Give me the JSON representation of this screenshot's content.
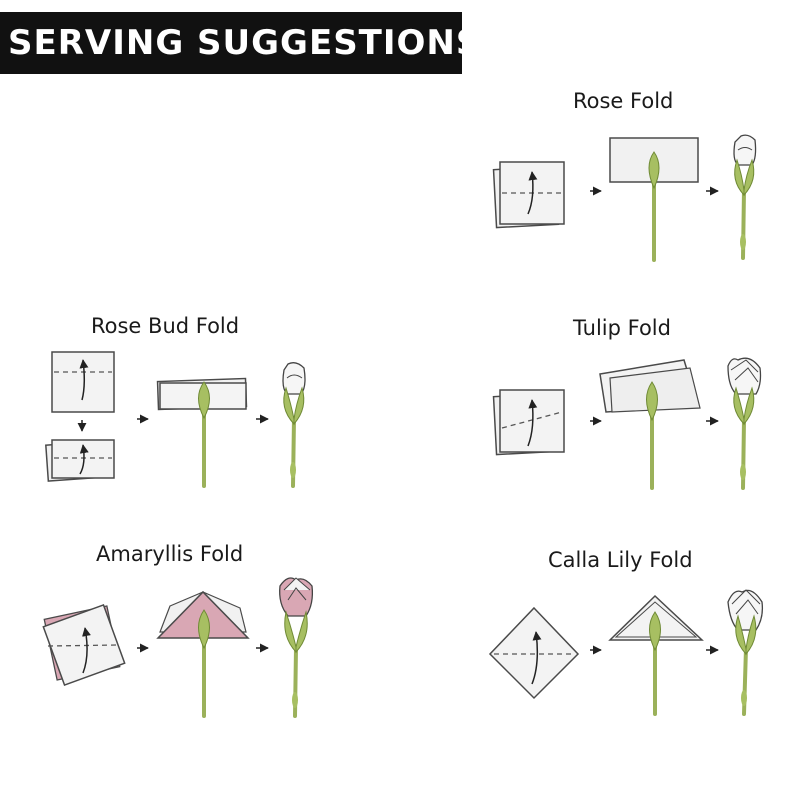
{
  "banner": {
    "title": "SERVING SUGGESTIONS"
  },
  "folds": {
    "rose": {
      "title": "Rose Fold"
    },
    "rose_bud": {
      "title": "Rose Bud Fold"
    },
    "tulip": {
      "title": "Tulip Fold"
    },
    "amaryllis": {
      "title": "Amaryllis Fold"
    },
    "calla_lily": {
      "title": "Calla Lily Fold"
    }
  },
  "colors": {
    "stem_green": "#9bb15a",
    "leaf_green": "#a7bf62",
    "stem_stroke": "#6f8a35",
    "napkin_fill": "#f1f1f1",
    "napkin_stroke": "#4a4a4a",
    "amaryllis_pink": "#d9a7b4",
    "banner_bg": "#111111"
  }
}
